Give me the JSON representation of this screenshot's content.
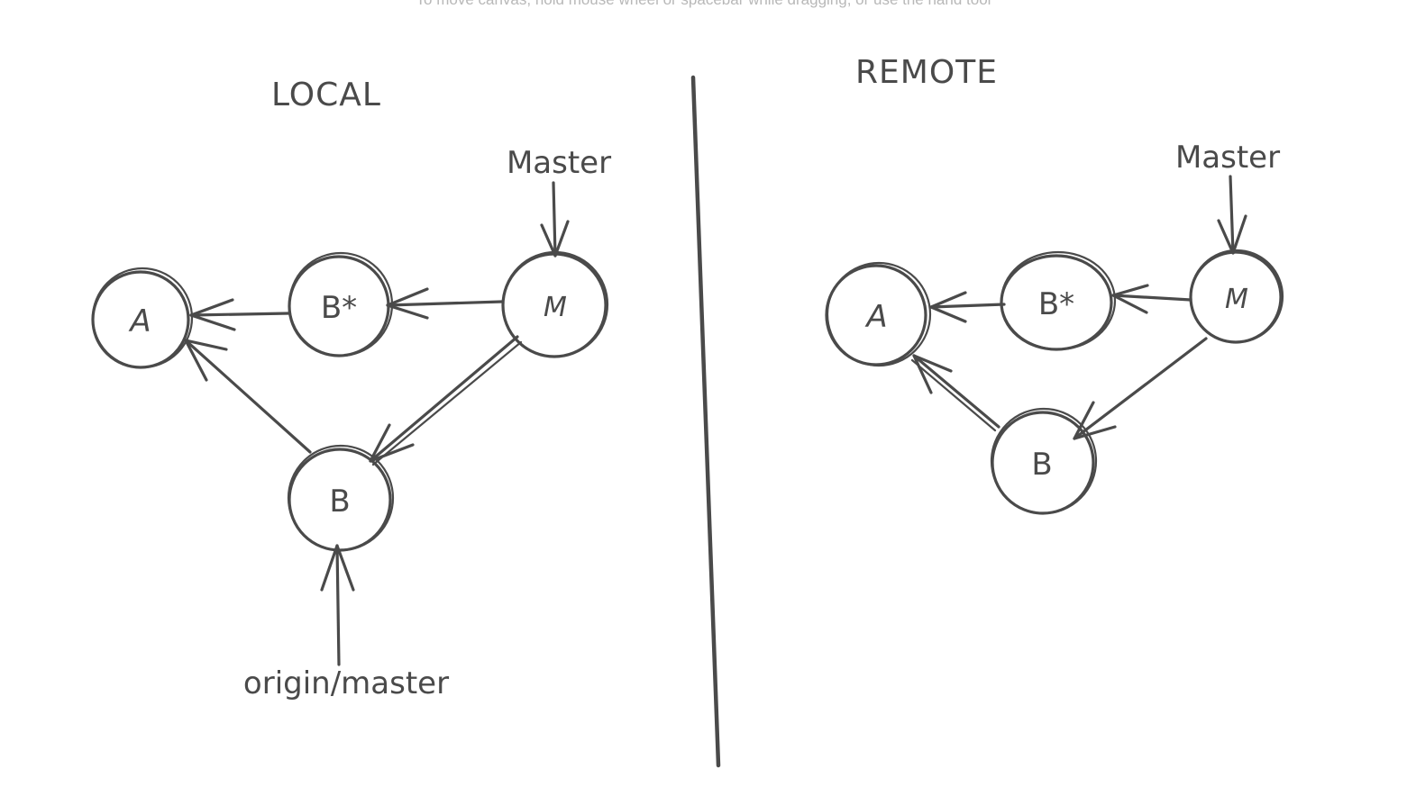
{
  "canvas_hint": "To move canvas, hold mouse wheel or spacebar while dragging, or use the hand tool",
  "colors": {
    "stroke": "#4a4a4a",
    "hint": "#b8b8b8",
    "background": "#ffffff"
  },
  "local": {
    "title": "LOCAL",
    "master_label": "Master",
    "origin_label": "origin/master",
    "nodes": {
      "a": "A",
      "bstar": "B*",
      "m": "M",
      "b": "B"
    }
  },
  "remote": {
    "title": "REMOTE",
    "master_label": "Master",
    "nodes": {
      "a": "A",
      "bstar": "B*",
      "m": "M",
      "b": "B"
    }
  }
}
